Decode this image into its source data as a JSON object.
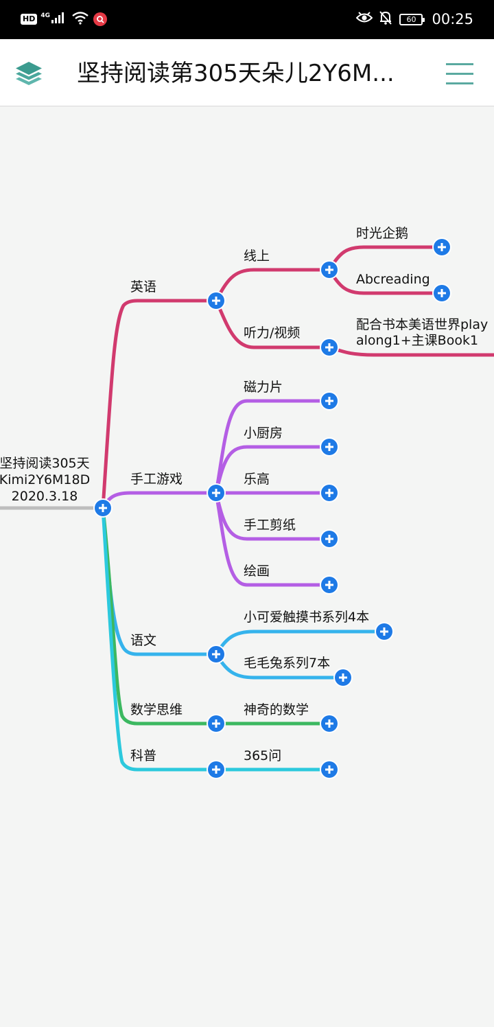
{
  "status_bar": {
    "hd": "HD",
    "network": "4G",
    "battery": "60",
    "time": "00:25",
    "icons": [
      "signal-icon",
      "wifi-icon",
      "app-notification-icon",
      "eye-icon",
      "bell-off-icon",
      "battery-icon"
    ]
  },
  "header": {
    "title": "坚持阅读第305天朵儿2Y6M...",
    "left_icon": "layers-icon",
    "right_icon": "hamburger-menu-icon"
  },
  "mindmap": {
    "root": {
      "line1": "坚持阅读305天",
      "line2": "Kimi2Y6M18D",
      "line3": "2020.3.18"
    },
    "branches": {
      "english": {
        "label": "英语",
        "color": "#d13a6e",
        "online": {
          "label": "线上",
          "children": [
            "时光企鹅",
            "Abcreading"
          ]
        },
        "listening": {
          "label": "听力/视频",
          "child_line1": "配合书本美语世界play",
          "child_line2": "along1+主课Book1"
        }
      },
      "crafts": {
        "label": "手工游戏",
        "color": "#b45ee4",
        "children": [
          "磁力片",
          "小厨房",
          "乐高",
          "手工剪纸",
          "绘画"
        ]
      },
      "chinese": {
        "label": "语文",
        "color": "#35b3ec",
        "children": [
          "小可爱触摸书系列4本",
          "毛毛兔系列7本"
        ]
      },
      "math": {
        "label": "数学思维",
        "color": "#3cb860",
        "children": [
          "神奇的数学"
        ]
      },
      "science": {
        "label": "科普",
        "color": "#2cc9dd",
        "children": [
          "365问"
        ]
      }
    },
    "root_line_color": "#bdbdbd",
    "expand_button_color": "#1e7ae6"
  }
}
